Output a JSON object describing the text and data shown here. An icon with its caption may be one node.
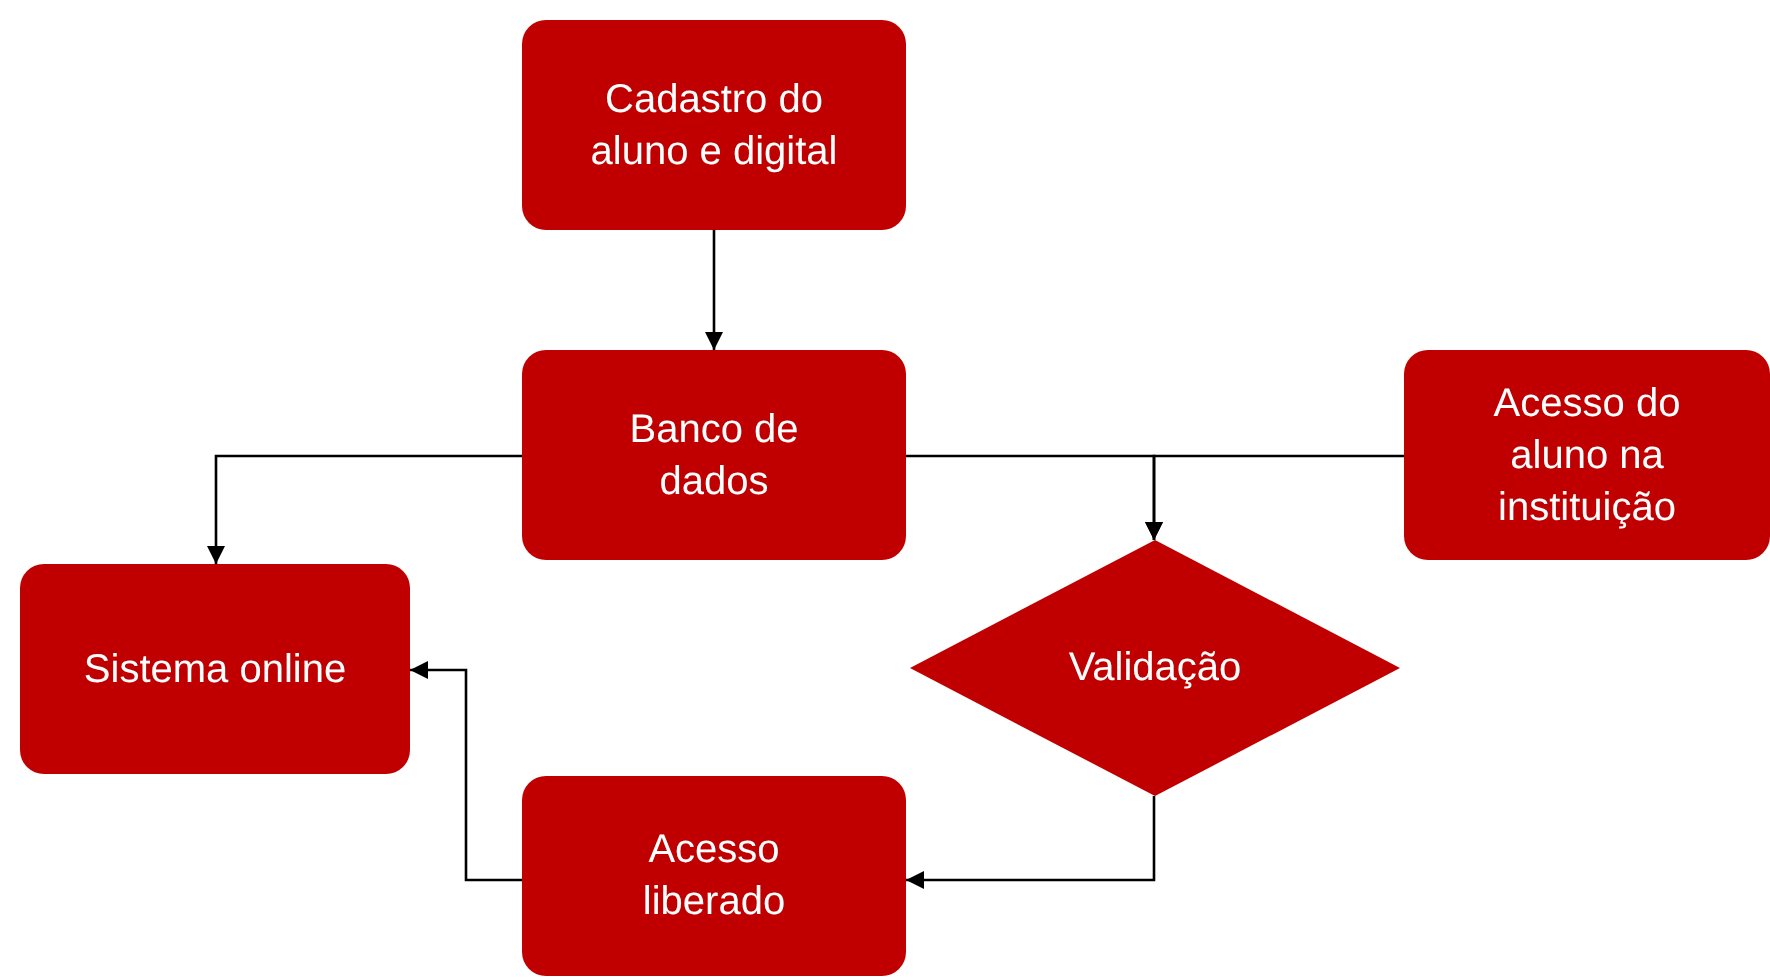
{
  "diagram": {
    "nodes": [
      {
        "text": [
          "Cadastro do aluno e digital"
        ]
      },
      {
        "text": [
          "Banco de dados"
        ]
      },
      {
        "text": [
          "Acesso do aluno na instituição"
        ]
      },
      {
        "text": [
          "Sistema online"
        ]
      },
      {
        "text": [
          "Validação"
        ]
      },
      {
        "text": [
          "Acesso liberado"
        ]
      }
    ],
    "edges": [
      {
        "from": 0,
        "to": 1,
        "arrow": "to"
      },
      {
        "from": 1,
        "to": 3,
        "arrow": "to"
      },
      {
        "from": 1,
        "to": 4,
        "arrow": "to"
      },
      {
        "from": 2,
        "to": 4,
        "arrow": "to"
      },
      {
        "from": 4,
        "to": 5,
        "arrow": "to"
      },
      {
        "from": 5,
        "to": 3,
        "arrow": "to"
      }
    ]
  }
}
